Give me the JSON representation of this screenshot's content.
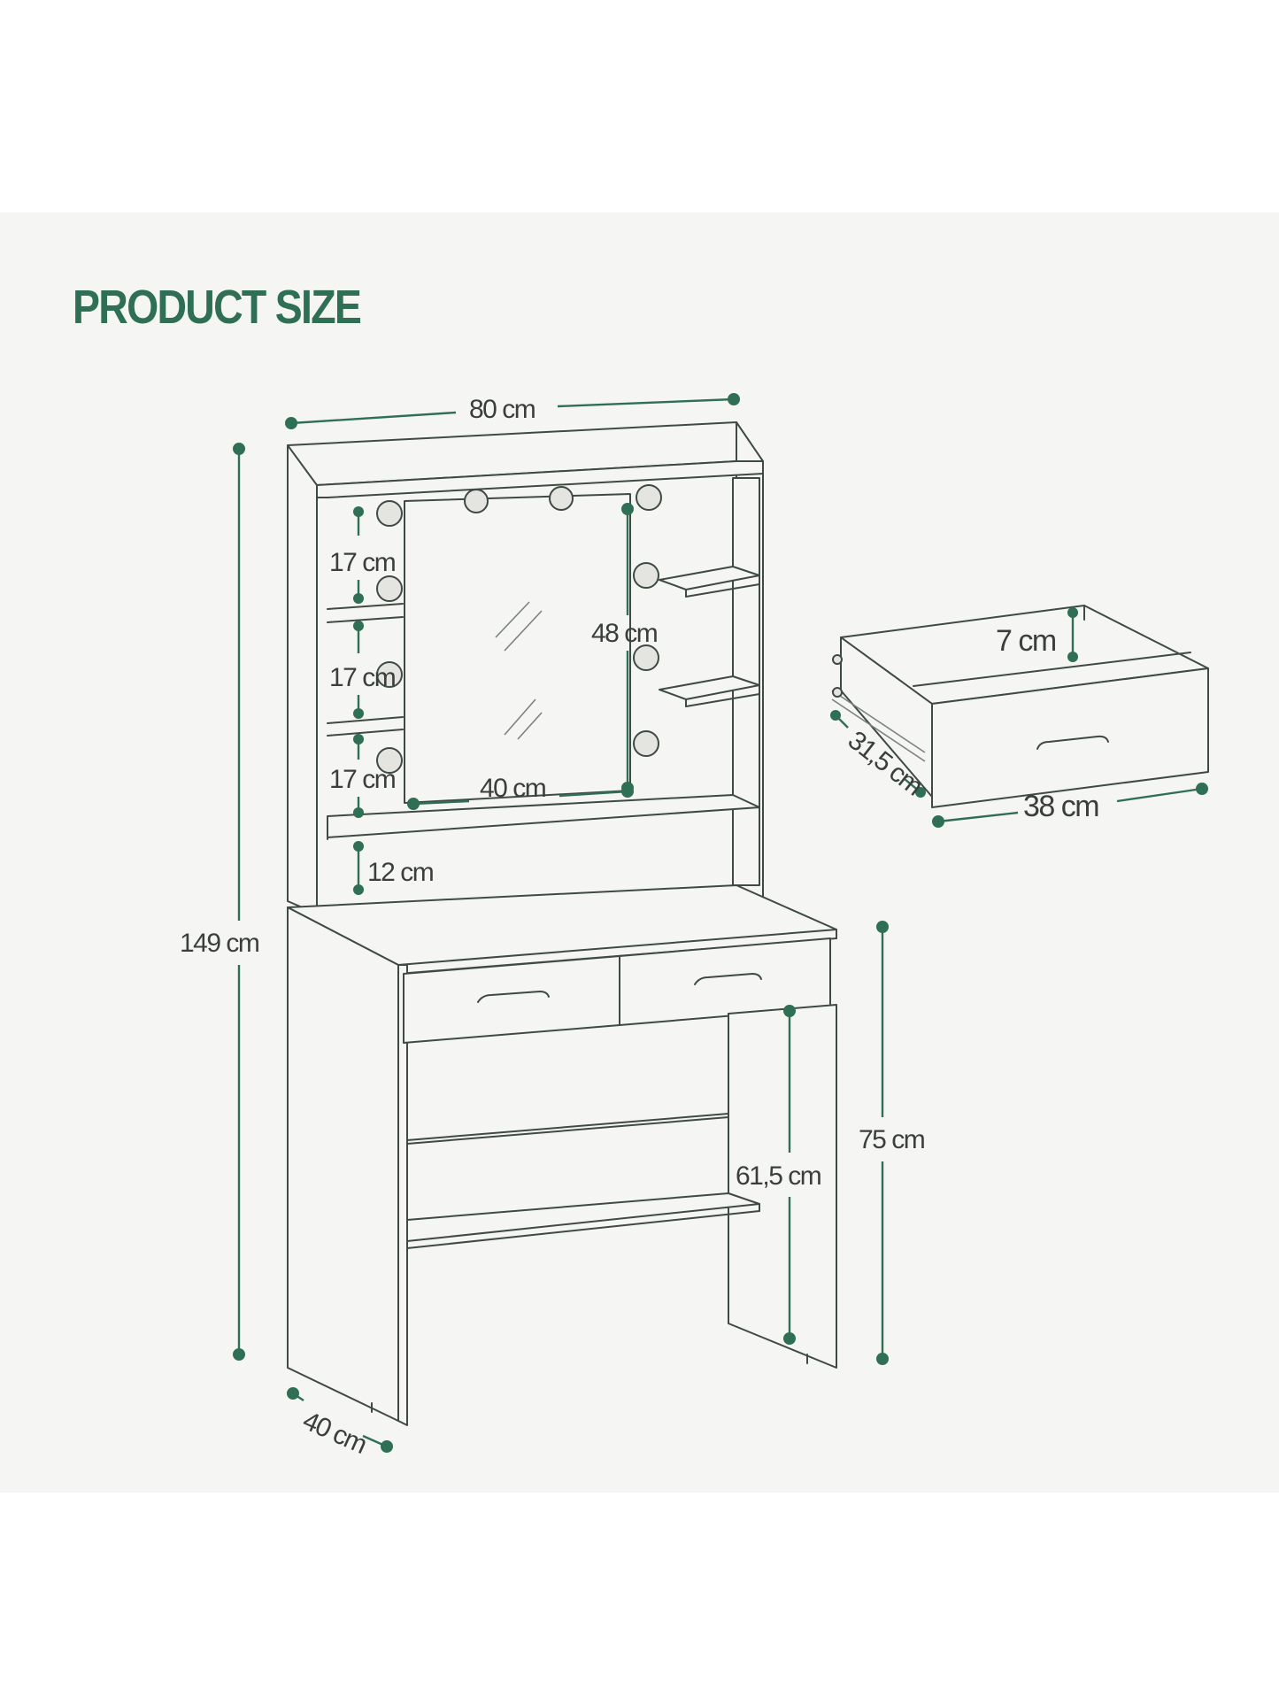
{
  "title": "PRODUCT SIZE",
  "colors": {
    "accent": "#2e6f55",
    "line": "#3f4a45",
    "background": "#f5f5f3"
  },
  "dimensions": {
    "total_width": "80 cm",
    "total_height": "149 cm",
    "depth": "40 cm",
    "table_height": "75 cm",
    "legroom_height": "61,5 cm",
    "mirror_width": "40 cm",
    "mirror_height": "48 cm",
    "shelf_1": "17 cm",
    "shelf_2": "17 cm",
    "shelf_3": "17 cm",
    "gap_above_desk": "12 cm",
    "drawer_height": "7 cm",
    "drawer_depth": "31,5 cm",
    "drawer_width": "38 cm"
  }
}
